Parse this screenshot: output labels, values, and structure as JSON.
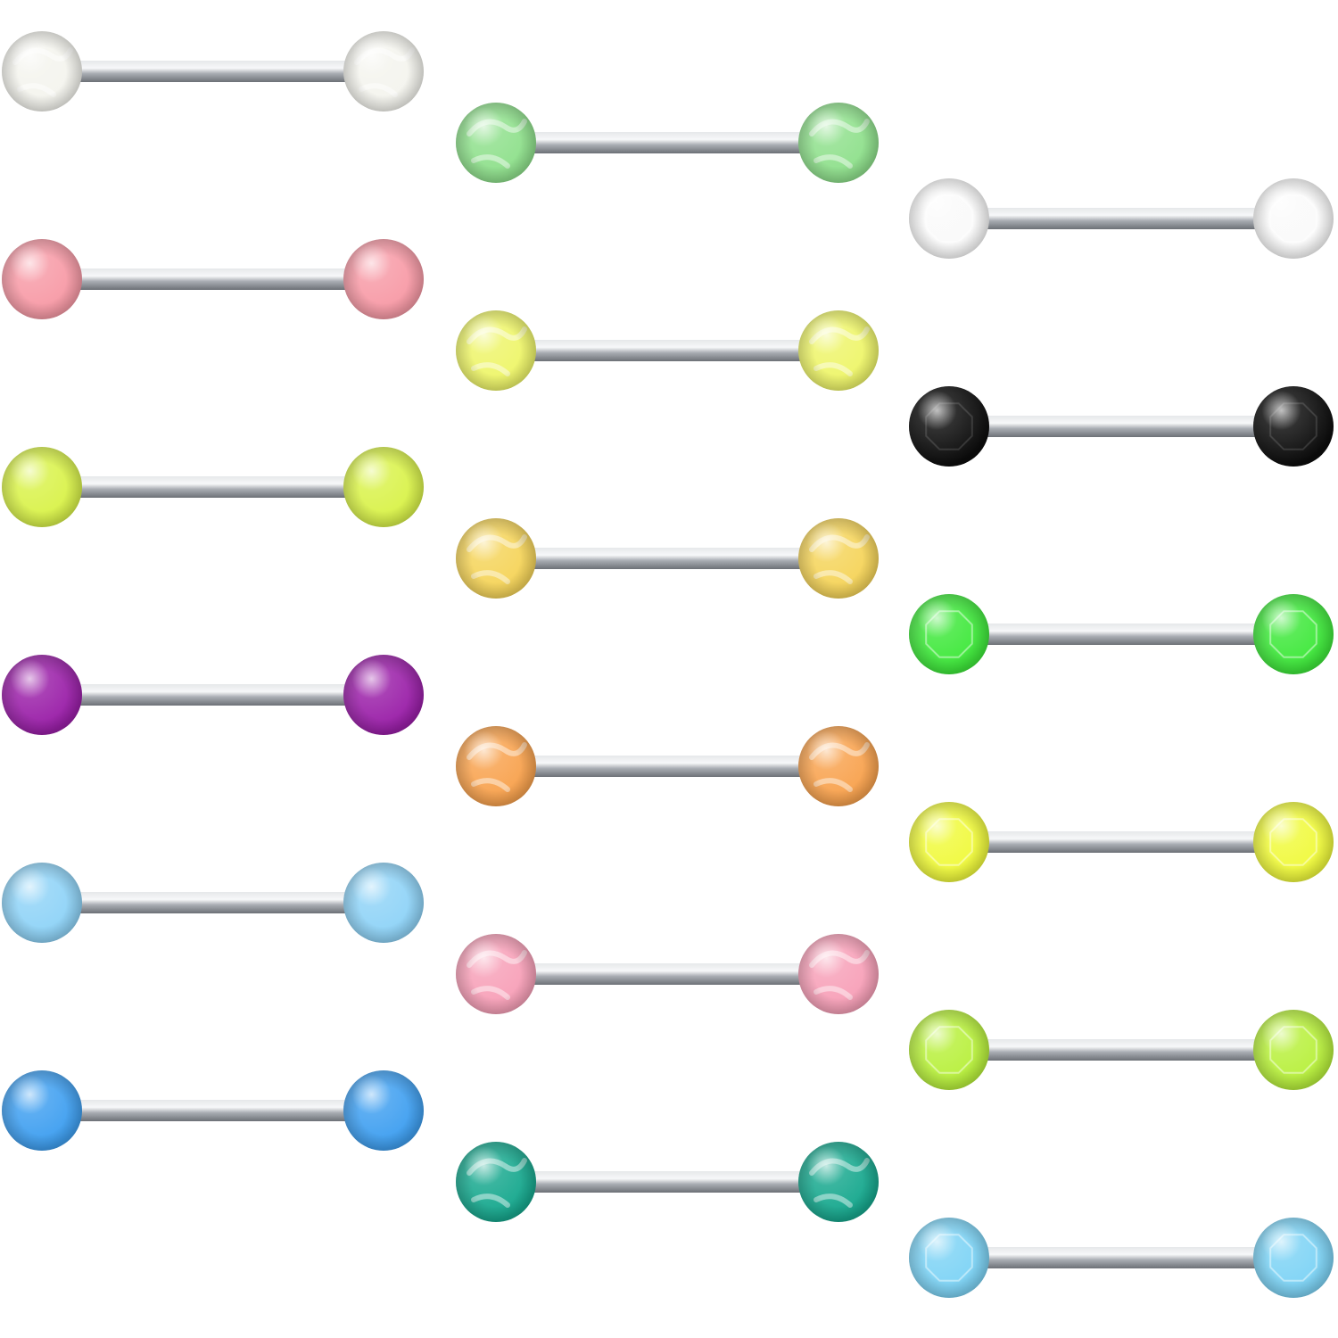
{
  "image": {
    "background": "#ffffff",
    "subject": "tongue-barbell-set",
    "item_count": 18,
    "bar_color": "#b8bcc2"
  },
  "barbells": [
    {
      "column": 1,
      "row": 1,
      "ball_color": "#f4f4ee",
      "finish": "pearl"
    },
    {
      "column": 1,
      "row": 2,
      "ball_color": "#f79aa6",
      "finish": "glow"
    },
    {
      "column": 1,
      "row": 3,
      "ball_color": "#d9f24a",
      "finish": "glow"
    },
    {
      "column": 1,
      "row": 4,
      "ball_color": "#9a1fa8",
      "finish": "glow"
    },
    {
      "column": 1,
      "row": 5,
      "ball_color": "#8fd3f7",
      "finish": "glow"
    },
    {
      "column": 1,
      "row": 6,
      "ball_color": "#3f9ff0",
      "finish": "glow"
    },
    {
      "column": 2,
      "row": 1,
      "ball_color": "#8fe08c",
      "finish": "pearl"
    },
    {
      "column": 2,
      "row": 2,
      "ball_color": "#eef56a",
      "finish": "pearl"
    },
    {
      "column": 2,
      "row": 3,
      "ball_color": "#f5d45a",
      "finish": "pearl"
    },
    {
      "column": 2,
      "row": 4,
      "ball_color": "#f8a24e",
      "finish": "pearl"
    },
    {
      "column": 2,
      "row": 5,
      "ball_color": "#f7a0b8",
      "finish": "pearl"
    },
    {
      "column": 2,
      "row": 6,
      "ball_color": "#17a88e",
      "finish": "pearl"
    },
    {
      "column": 3,
      "row": 1,
      "ball_color": "#fafafa",
      "finish": "faceted"
    },
    {
      "column": 3,
      "row": 2,
      "ball_color": "#0c0c0c",
      "finish": "faceted"
    },
    {
      "column": 3,
      "row": 3,
      "ball_color": "#3ee83a",
      "finish": "faceted"
    },
    {
      "column": 3,
      "row": 4,
      "ball_color": "#f0fa3c",
      "finish": "faceted"
    },
    {
      "column": 3,
      "row": 5,
      "ball_color": "#b8f03c",
      "finish": "faceted"
    },
    {
      "column": 3,
      "row": 6,
      "ball_color": "#7dd3f5",
      "finish": "faceted"
    }
  ]
}
